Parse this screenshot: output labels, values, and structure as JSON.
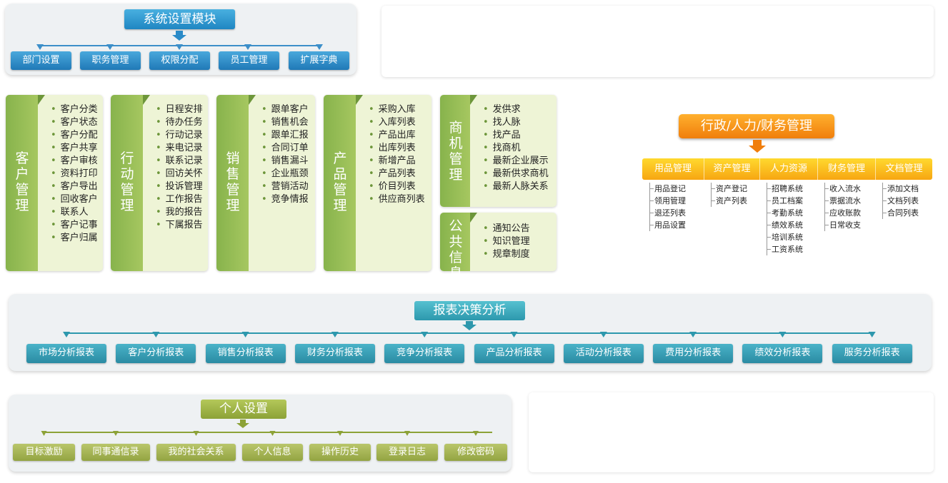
{
  "system": {
    "title": "系统设置模块",
    "items": [
      "部门设置",
      "职务管理",
      "权限分配",
      "员工管理",
      "扩展字典"
    ]
  },
  "modules": [
    {
      "title": "客户管理",
      "items": [
        "客户分类",
        "客户状态",
        "客户分配",
        "客户共享",
        "客户审核",
        "资料打印",
        "客户导出",
        "回收客户",
        "联系人",
        "客户记事",
        "客户归属"
      ]
    },
    {
      "title": "行动管理",
      "items": [
        "日程安排",
        "待办任务",
        "行动记录",
        "来电记录",
        "联系记录",
        "回访关怀",
        "投诉管理",
        "工作报告",
        "我的报告",
        "下属报告"
      ]
    },
    {
      "title": "销售管理",
      "items": [
        "跟单客户",
        "销售机会",
        "跟单汇报",
        "合同订单",
        "销售漏斗",
        "企业瓶颈",
        "营销活动",
        "竞争情报"
      ]
    },
    {
      "title": "产品管理",
      "items": [
        "采购入库",
        "入库列表",
        "产品出库",
        "出库列表",
        "新增产品",
        "产品列表",
        "价目列表",
        "供应商列表"
      ]
    },
    {
      "title": "商机管理",
      "items": [
        "发供求",
        "找人脉",
        "找产品",
        "找商机",
        "最新企业展示",
        "最新供求商机",
        "最新人脉关系"
      ]
    },
    {
      "title": "公共信息",
      "items": [
        "通知公告",
        "知识管理",
        "规章制度"
      ]
    }
  ],
  "admin": {
    "title": "行政/人力/财务管理",
    "tabs": [
      {
        "label": "用品管理",
        "items": [
          "用品登记",
          "领用管理",
          "退还列表",
          "用品设置"
        ]
      },
      {
        "label": "资产管理",
        "items": [
          "资产登记",
          "资产列表"
        ]
      },
      {
        "label": "人力资源",
        "items": [
          "招聘系统",
          "员工档案",
          "考勤系统",
          "绩效系统",
          "培训系统",
          "工资系统"
        ]
      },
      {
        "label": "财务管理",
        "items": [
          "收入流水",
          "票据流水",
          "应收账款",
          "日常收支"
        ]
      },
      {
        "label": "文档管理",
        "items": [
          "添加文档",
          "文档列表",
          "合同列表"
        ]
      }
    ]
  },
  "reports": {
    "title": "报表决策分析",
    "items": [
      "市场分析报表",
      "客户分析报表",
      "销售分析报表",
      "财务分析报表",
      "竞争分析报表",
      "产品分析报表",
      "活动分析报表",
      "费用分析报表",
      "绩效分析报表",
      "服务分析报表"
    ]
  },
  "personal": {
    "title": "个人设置",
    "items": [
      "目标激励",
      "同事通信录",
      "我的社会关系",
      "个人信息",
      "操作历史",
      "登录日志",
      "修改密码"
    ]
  },
  "colors": {
    "blue": "#2a8bc8",
    "teal": "#2d98ad",
    "olive": "#8ca237",
    "green": "#87b34c",
    "orange": "#f39015",
    "yellow": "#f9c21f"
  }
}
